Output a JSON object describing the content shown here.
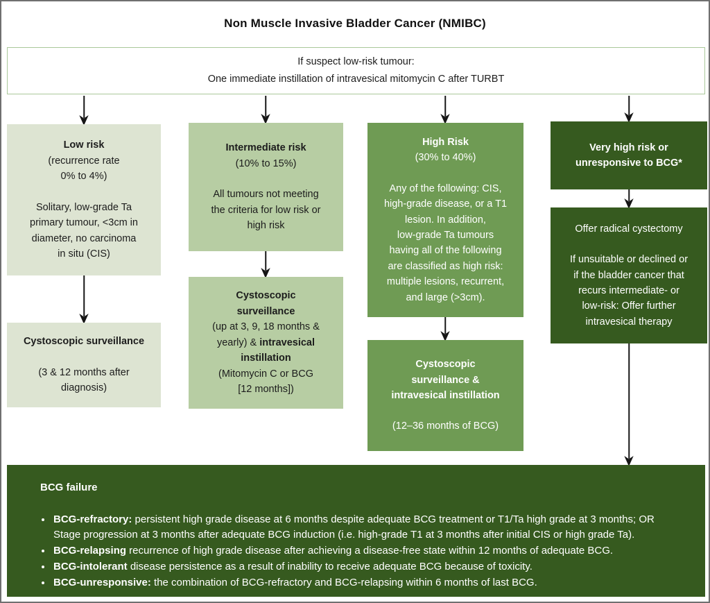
{
  "title": "Non Muscle Invasive Bladder Cancer (NMIBC)",
  "colors": {
    "light_green": "#dde4d2",
    "medium_green": "#b7cda3",
    "green": "#6f9b54",
    "dark_green": "#365a1f",
    "top_box_border": "#aac89a",
    "text_dark": "#1c1c1c",
    "text_light": "#ffffff"
  },
  "top_box": {
    "line1": "If suspect low-risk tumour:",
    "line2": "One immediate instillation of intravesical mitomycin C after TURBT"
  },
  "low_risk": {
    "title": "Low risk",
    "subtitle": "(recurrence rate\n0% to 4%)",
    "body": "Solitary, low-grade Ta\nprimary tumour, <3cm in\ndiameter, no carcinoma\nin situ (CIS)",
    "action_title": "Cystoscopic surveillance",
    "action_body": "(3 & 12 months after\ndiagnosis)"
  },
  "intermediate_risk": {
    "title": "Intermediate risk",
    "subtitle": "(10% to 15%)",
    "body": "All tumours not meeting\nthe criteria for low risk or\nhigh risk",
    "action_title": "Cystoscopic\nsurveillance",
    "action_seg1": "(up at 3, 9, 18 months &\nyearly) & ",
    "action_seg2": "intravesical instillation",
    "action_seg3": "(Mitomycin C or BCG\n[12 months])"
  },
  "high_risk": {
    "title": "High Risk",
    "subtitle": "(30% to 40%)",
    "body": "Any of the following: CIS,\nhigh-grade disease, or a T1\nlesion. In addition,\nlow-grade Ta tumours\nhaving all of the following\nare classified as high risk:\nmultiple lesions, recurrent,\nand large (>3cm).",
    "action_title": "Cystoscopic\nsurveillance &\nintravesical instillation",
    "action_body": "(12–36 months of BCG)"
  },
  "very_high_risk": {
    "title": "Very high risk or\nunresponsive to BCG*",
    "action_line1": "Offer radical cystectomy",
    "action_body": "If unsuitable or declined or\nif the bladder cancer that\nrecurs intermediate- or\nlow-risk: Offer further\nintravesical therapy"
  },
  "bcg_failure": {
    "heading": "BCG failure",
    "bullets": [
      {
        "lead": "BCG-refractory:",
        "rest": " persistent high grade disease at 6 months despite adequate BCG treatment or T1/Ta high grade at 3 months; OR Stage progression at 3 months after adequate BCG induction (i.e. high-grade T1 at 3 months after initial CIS or high grade Ta)."
      },
      {
        "lead": "BCG-relapsing",
        "rest": " recurrence of high grade disease after achieving a disease-free state within 12 months of adequate BCG."
      },
      {
        "lead": "BCG-intolerant",
        "rest": " disease persistence as a result of inability to receive adequate BCG because of toxicity."
      },
      {
        "lead": "BCG-unresponsive:",
        "rest": " the combination of BCG-refractory and BCG-relapsing within 6 months of last BCG."
      }
    ]
  }
}
